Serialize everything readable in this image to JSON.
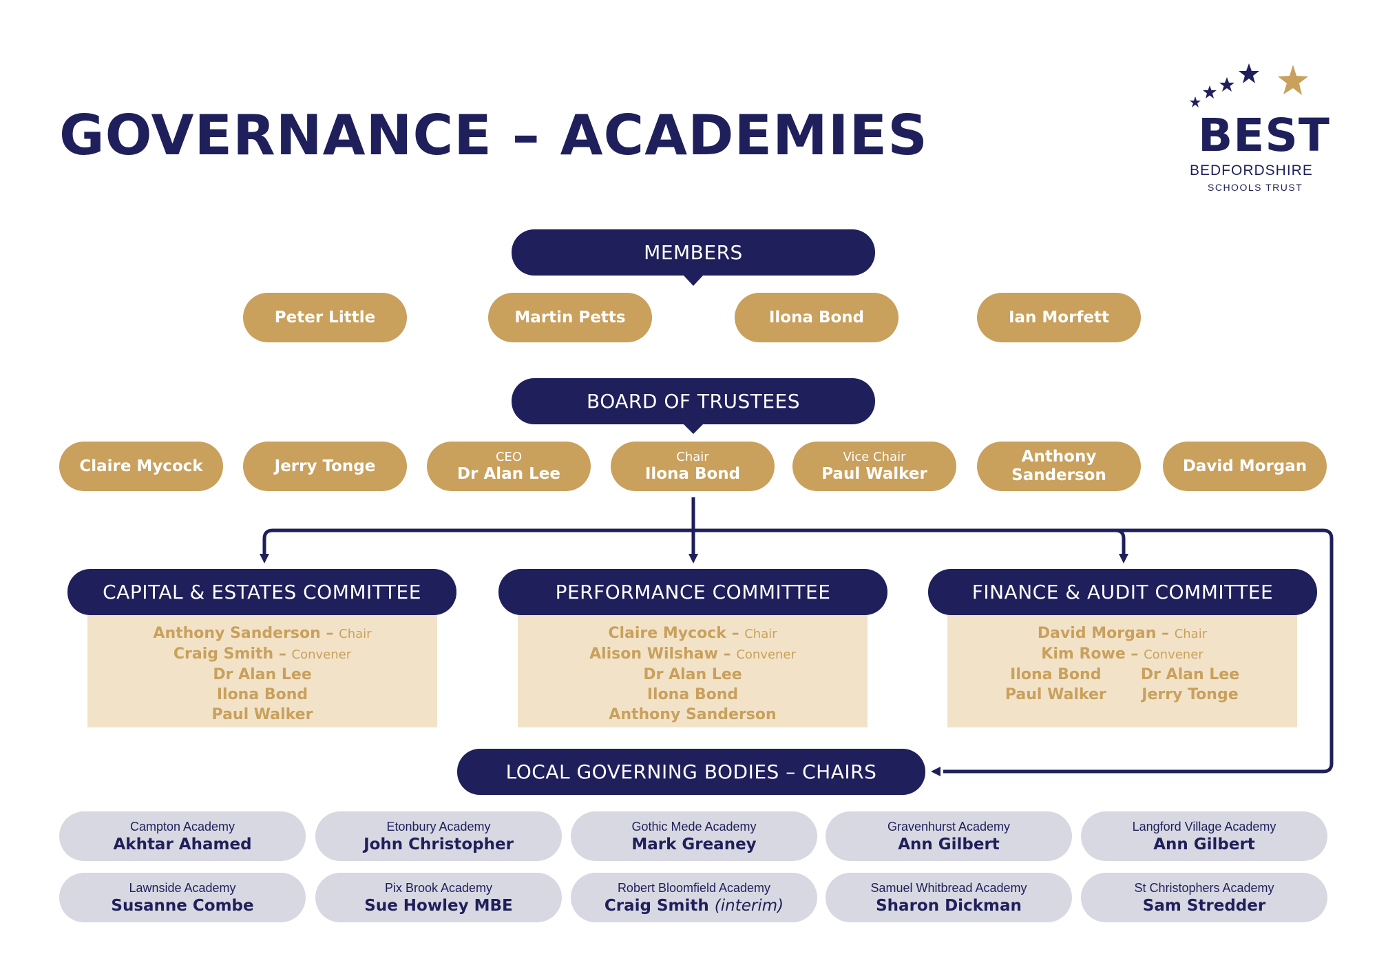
{
  "title": "GOVERNANCE – ACADEMIES",
  "logo": {
    "wordmark": "BEST",
    "line1": "BEDFORDSHIRE",
    "line2": "SCHOOLS TRUST",
    "colors": {
      "navy": "#1f1f5c",
      "gold": "#c9a05c"
    }
  },
  "members": {
    "heading": "MEMBERS",
    "people": [
      "Peter Little",
      "Martin Petts",
      "Ilona Bond",
      "Ian Morfett"
    ]
  },
  "board": {
    "heading": "BOARD OF TRUSTEES",
    "people": [
      {
        "role": "",
        "name": "Claire Mycock"
      },
      {
        "role": "",
        "name": "Jerry Tonge"
      },
      {
        "role": "CEO",
        "name": "Dr Alan Lee"
      },
      {
        "role": "Chair",
        "name": "Ilona Bond"
      },
      {
        "role": "Vice Chair",
        "name": "Paul Walker"
      },
      {
        "role": "",
        "name": "Anthony Sanderson"
      },
      {
        "role": "",
        "name": "David Morgan"
      }
    ]
  },
  "committees": [
    {
      "heading": "CAPITAL & ESTATES COMMITTEE",
      "lines": [
        {
          "name": "Anthony Sanderson",
          "sep": " – ",
          "role": "Chair"
        },
        {
          "name": "Craig Smith",
          "sep": " – ",
          "role": "Convener"
        },
        {
          "name": "Dr Alan Lee",
          "sep": "",
          "role": ""
        },
        {
          "name": "Ilona Bond",
          "sep": "",
          "role": ""
        },
        {
          "name": "Paul Walker",
          "sep": "",
          "role": ""
        }
      ]
    },
    {
      "heading": "PERFORMANCE COMMITTEE",
      "lines": [
        {
          "name": "Claire Mycock",
          "sep": " – ",
          "role": "Chair"
        },
        {
          "name": "Alison Wilshaw",
          "sep": " – ",
          "role": "Convener"
        },
        {
          "name": "Dr Alan Lee",
          "sep": "",
          "role": ""
        },
        {
          "name": "Ilona Bond",
          "sep": "",
          "role": ""
        },
        {
          "name": "Anthony Sanderson",
          "sep": "",
          "role": ""
        }
      ]
    },
    {
      "heading": "FINANCE & AUDIT COMMITTEE",
      "lines": [
        {
          "name": "David Morgan",
          "sep": " – ",
          "role": "Chair"
        },
        {
          "name": "Kim Rowe",
          "sep": " – ",
          "role": "Convener"
        }
      ],
      "columns": [
        [
          "Ilona Bond",
          "Paul Walker"
        ],
        [
          "Dr Alan Lee",
          "Jerry Tonge"
        ]
      ]
    }
  ],
  "lgb": {
    "heading": "LOCAL GOVERNING BODIES – CHAIRS",
    "chairs": [
      {
        "academy": "Campton Academy",
        "name": "Akhtar Ahamed",
        "note": ""
      },
      {
        "academy": "Etonbury Academy",
        "name": "John Christopher",
        "note": ""
      },
      {
        "academy": "Gothic Mede Academy",
        "name": "Mark Greaney",
        "note": ""
      },
      {
        "academy": "Gravenhurst Academy",
        "name": "Ann Gilbert",
        "note": ""
      },
      {
        "academy": "Langford Village Academy",
        "name": "Ann Gilbert",
        "note": ""
      },
      {
        "academy": "Lawnside Academy",
        "name": "Susanne Combe",
        "note": ""
      },
      {
        "academy": "Pix Brook Academy",
        "name": "Sue Howley MBE",
        "note": ""
      },
      {
        "academy": "Robert Bloomfield Academy",
        "name": "Craig Smith",
        "note": "(interim)"
      },
      {
        "academy": "Samuel Whitbread Academy",
        "name": "Sharon Dickman",
        "note": ""
      },
      {
        "academy": "St Christophers Academy",
        "name": "Sam Stredder",
        "note": ""
      }
    ]
  }
}
